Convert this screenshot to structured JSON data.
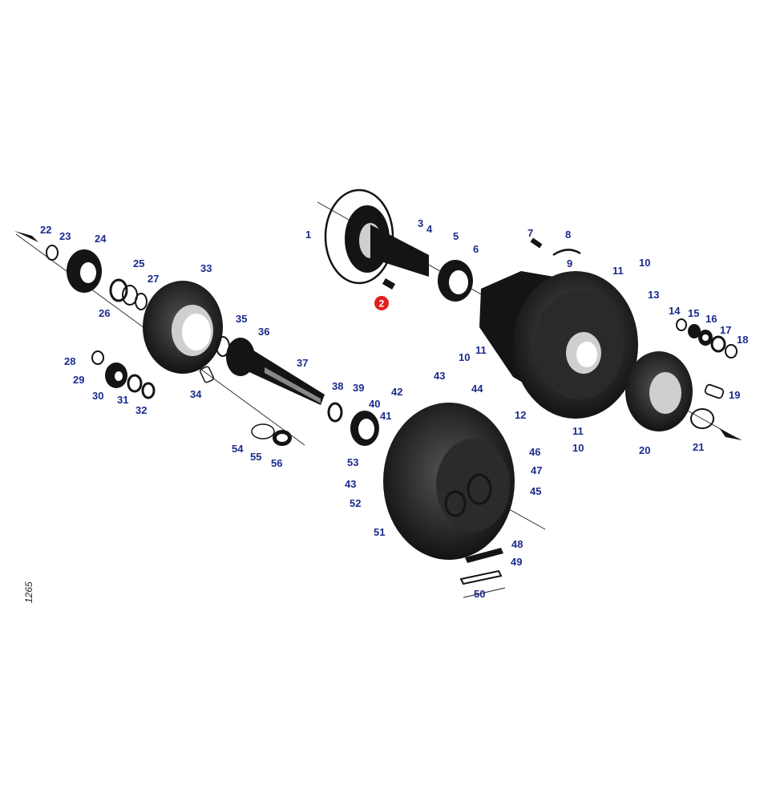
{
  "colors": {
    "callout": "#1b2b8c",
    "highlight": "#e02020",
    "ink": "#141414"
  },
  "side_code": "1265",
  "highlighted_part": "2",
  "callouts": [
    "1",
    "2",
    "3",
    "4",
    "5",
    "6",
    "7",
    "8",
    "9",
    "10",
    "11",
    "10",
    "11",
    "12",
    "13",
    "14",
    "15",
    "16",
    "17",
    "18",
    "19",
    "20",
    "21",
    "22",
    "23",
    "24",
    "25",
    "26",
    "27",
    "28",
    "29",
    "30",
    "31",
    "32",
    "33",
    "34",
    "35",
    "36",
    "37",
    "38",
    "39",
    "40",
    "41",
    "42",
    "43",
    "44",
    "43",
    "45",
    "46",
    "47",
    "48",
    "49",
    "50",
    "51",
    "52",
    "53",
    "54",
    "55",
    "56",
    "10",
    "11"
  ]
}
